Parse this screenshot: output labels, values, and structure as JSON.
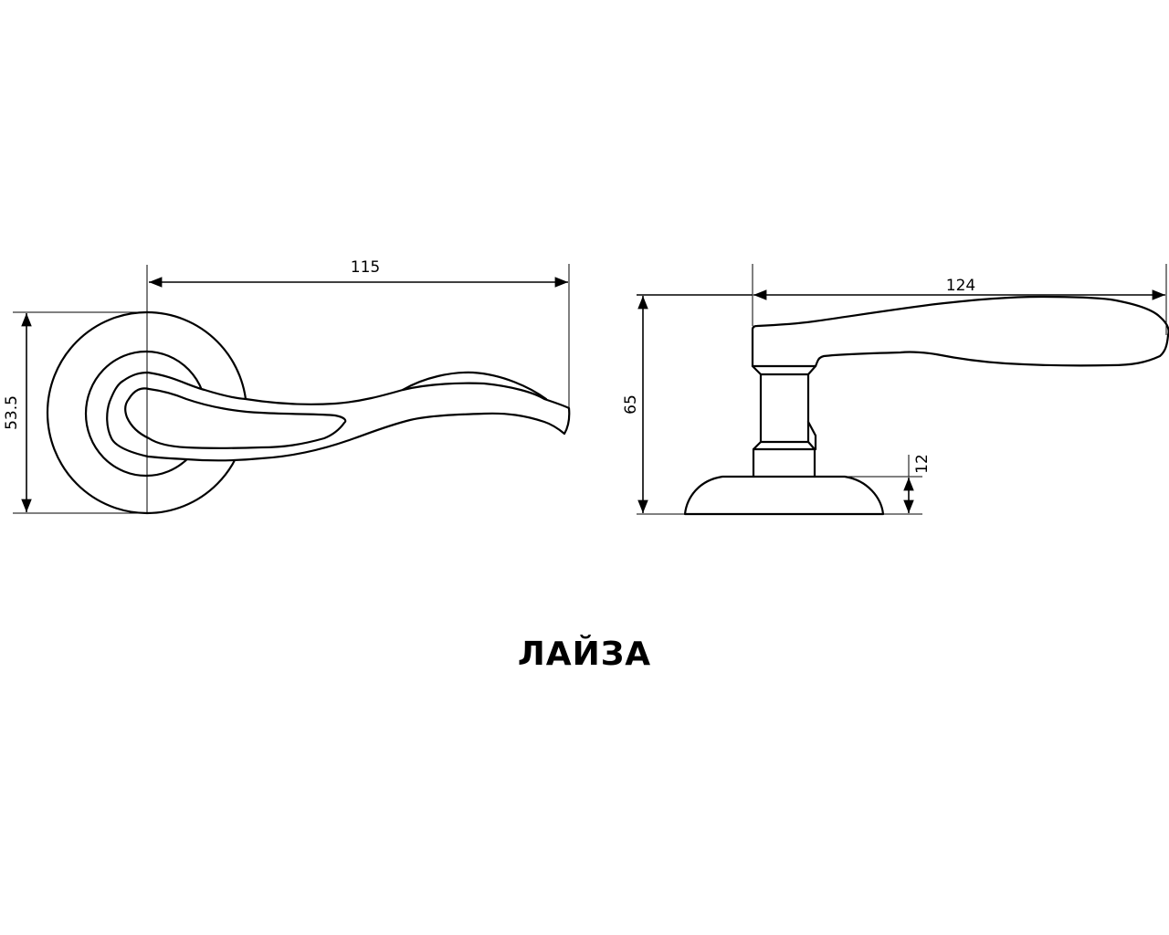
{
  "title": "ЛАЙЗА",
  "front_view": {
    "dimensions": {
      "length": "115",
      "rose_diameter": "53.5"
    }
  },
  "side_view": {
    "dimensions": {
      "length": "124",
      "height": "65",
      "rose_height": "12"
    }
  }
}
